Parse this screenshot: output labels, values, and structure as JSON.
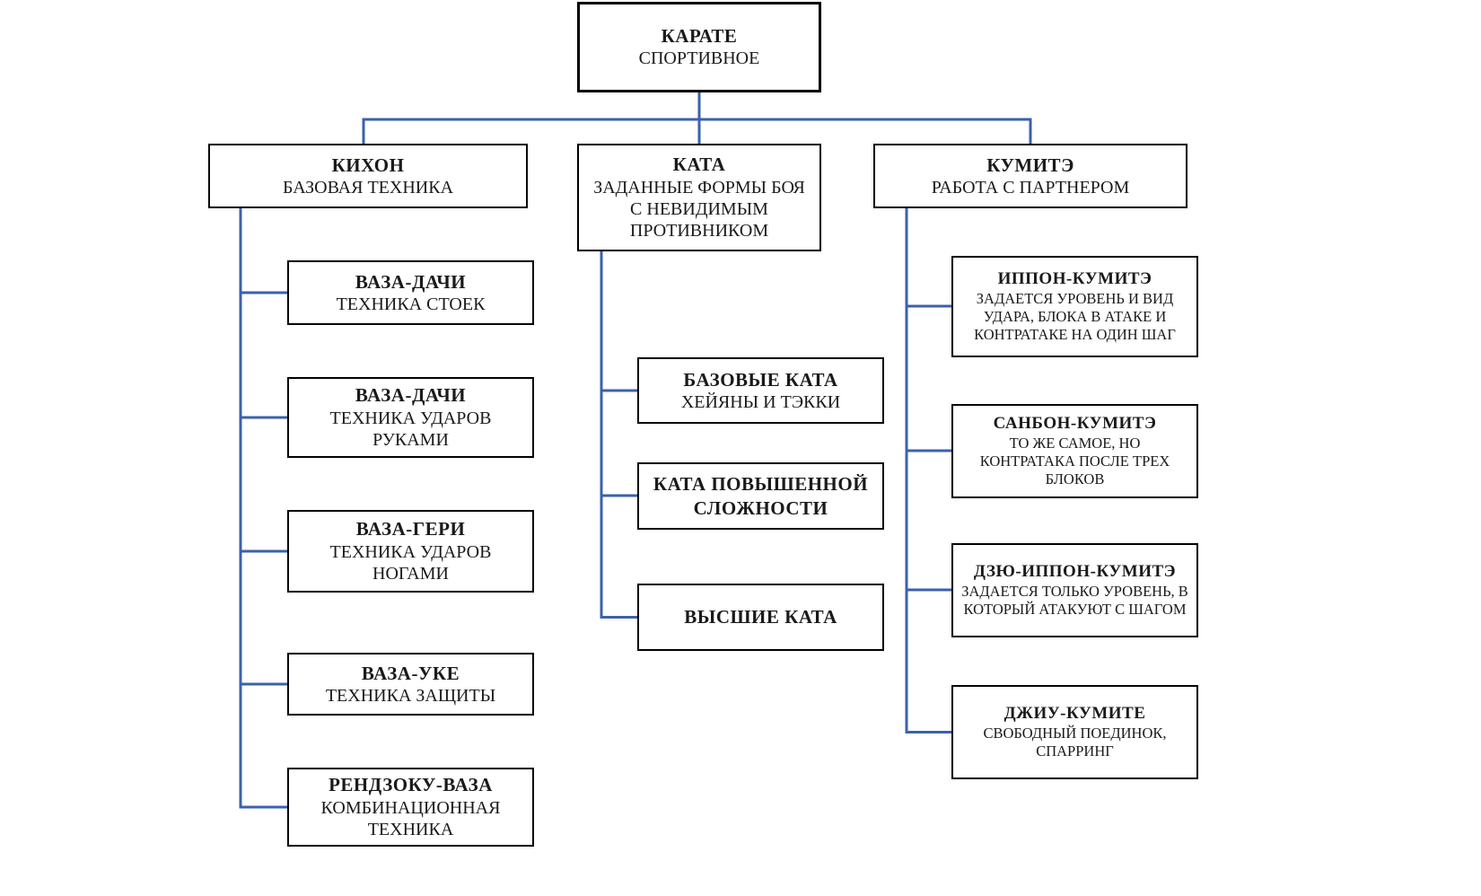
{
  "colors": {
    "connector": "#3B61AD",
    "box_border": "#000000",
    "background": "#FFFFFF"
  },
  "root": {
    "title": "КАРАТЕ",
    "subtitle": "СПОРТИВНОЕ"
  },
  "branches": {
    "kihon": {
      "title": "КИХОН",
      "subtitle": "БАЗОВАЯ ТЕХНИКА",
      "children": [
        {
          "title": "ВАЗА-ДАЧИ",
          "subtitle": "ТЕХНИКА СТОЕК"
        },
        {
          "title": "ВАЗА-ДАЧИ",
          "subtitle": "ТЕХНИКА УДАРОВ РУКАМИ"
        },
        {
          "title": "ВАЗА-ГЕРИ",
          "subtitle": "ТЕХНИКА УДАРОВ НОГАМИ"
        },
        {
          "title": "ВАЗА-УКЕ",
          "subtitle": "ТЕХНИКА ЗАЩИТЫ"
        },
        {
          "title": "РЕНДЗОКУ-ВАЗА",
          "subtitle": "КОМБИНАЦИОННАЯ ТЕХНИКА"
        }
      ]
    },
    "kata": {
      "title": "КАТА",
      "subtitle": "ЗАДАННЫЕ ФОРМЫ БОЯ С НЕВИДИМЫМ ПРОТИВНИКОМ",
      "children": [
        {
          "title": "БАЗОВЫЕ КАТА",
          "subtitle": "ХЕЙЯНЫ И ТЭККИ"
        },
        {
          "title": "КАТА ПОВЫШЕННОЙ СЛОЖНОСТИ",
          "subtitle": ""
        },
        {
          "title": "ВЫСШИЕ КАТА",
          "subtitle": ""
        }
      ]
    },
    "kumite": {
      "title": "КУМИТЭ",
      "subtitle": "РАБОТА С ПАРТНЕРОМ",
      "children": [
        {
          "title": "ИППОН-КУМИТЭ",
          "subtitle": "ЗАДАЕТСЯ УРОВЕНЬ И ВИД УДАРА, БЛОКА В АТАКЕ И КОНТРАТАКЕ НА ОДИН ШАГ"
        },
        {
          "title": "САНБОН-КУМИТЭ",
          "subtitle": "ТО ЖЕ САМОЕ, НО КОНТРАТАКА ПОСЛЕ ТРЕХ БЛОКОВ"
        },
        {
          "title": "ДЗЮ-ИППОН-КУМИТЭ",
          "subtitle": "ЗАДАЕТСЯ ТОЛЬКО УРОВЕНЬ, В КОТОРЫЙ АТАКУЮТ С ШАГОМ"
        },
        {
          "title": "ДЖИУ-КУМИТЕ",
          "subtitle": "СВОБОДНЫЙ ПОЕДИНОК, СПАРРИНГ"
        }
      ]
    }
  }
}
